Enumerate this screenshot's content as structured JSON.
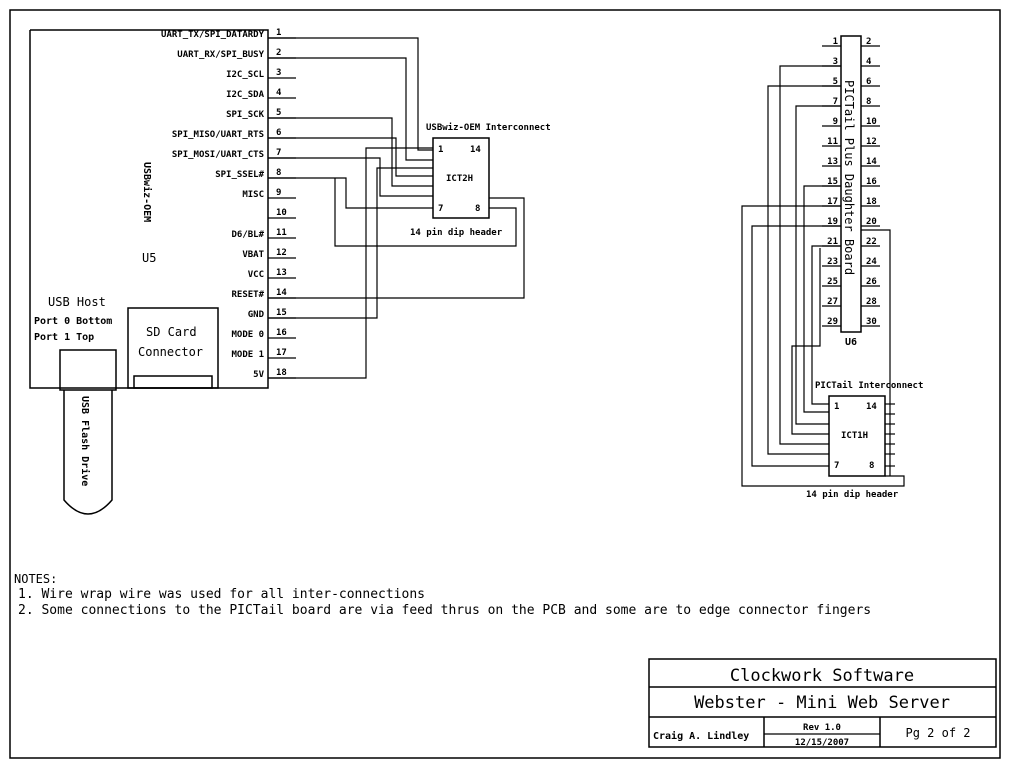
{
  "u5": {
    "title": "USBwiz-OEM",
    "ref": "U5",
    "pins": [
      {
        "num": "1",
        "label": "UART_TX/SPI_DATARDY"
      },
      {
        "num": "2",
        "label": "UART_RX/SPI_BUSY"
      },
      {
        "num": "3",
        "label": "I2C_SCL"
      },
      {
        "num": "4",
        "label": "I2C_SDA"
      },
      {
        "num": "5",
        "label": "SPI_SCK"
      },
      {
        "num": "6",
        "label": "SPI_MISO/UART_RTS"
      },
      {
        "num": "7",
        "label": "SPI_MOSI/UART_CTS"
      },
      {
        "num": "8",
        "label": "SPI_SSEL#"
      },
      {
        "num": "9",
        "label": "MISC"
      },
      {
        "num": "10",
        "label": ""
      },
      {
        "num": "11",
        "label": "D6/BL#"
      },
      {
        "num": "12",
        "label": "VBAT"
      },
      {
        "num": "13",
        "label": "VCC"
      },
      {
        "num": "14",
        "label": "RESET#"
      },
      {
        "num": "15",
        "label": "GND"
      },
      {
        "num": "16",
        "label": "MODE 0"
      },
      {
        "num": "17",
        "label": "MODE 1"
      },
      {
        "num": "18",
        "label": "5V"
      }
    ],
    "usb_host_title": "USB Host",
    "usb_host_ports": [
      "Port 0 Bottom",
      "Port 1 Top"
    ],
    "sd_card_lines": [
      "SD Card",
      "Connector"
    ],
    "flash_drive": "USB Flash Drive"
  },
  "ict2h": {
    "title": "USBwiz-OEM Interconnect",
    "ref": "ICT2H",
    "pin_tl": "1",
    "pin_tr": "14",
    "pin_bl": "7",
    "pin_br": "8",
    "caption": "14 pin dip header"
  },
  "u6": {
    "title": "PICTail Plus Daughter Board",
    "ref": "U6",
    "left_pins": [
      "1",
      "3",
      "5",
      "7",
      "9",
      "11",
      "13",
      "15",
      "17",
      "19",
      "21",
      "23",
      "25",
      "27",
      "29"
    ],
    "right_pins": [
      "2",
      "4",
      "6",
      "8",
      "10",
      "12",
      "14",
      "16",
      "18",
      "20",
      "22",
      "24",
      "26",
      "28",
      "30"
    ]
  },
  "ict1h": {
    "title": "PICTail Interconnect",
    "ref": "ICT1H",
    "pin_tl": "1",
    "pin_tr": "14",
    "pin_bl": "7",
    "pin_br": "8",
    "caption": "14 pin dip header"
  },
  "notes": {
    "heading": "NOTES:",
    "items": [
      "1. Wire wrap wire was used for all inter-connections",
      "2. Some connections to the PICTail board are via feed thrus on the PCB and some are to edge connector fingers"
    ]
  },
  "title_block": {
    "company": "Clockwork Software",
    "project": "Webster - Mini Web Server",
    "author": "Craig A. Lindley",
    "rev": "Rev 1.0",
    "date": "12/15/2007",
    "page": "Pg 2 of 2"
  }
}
